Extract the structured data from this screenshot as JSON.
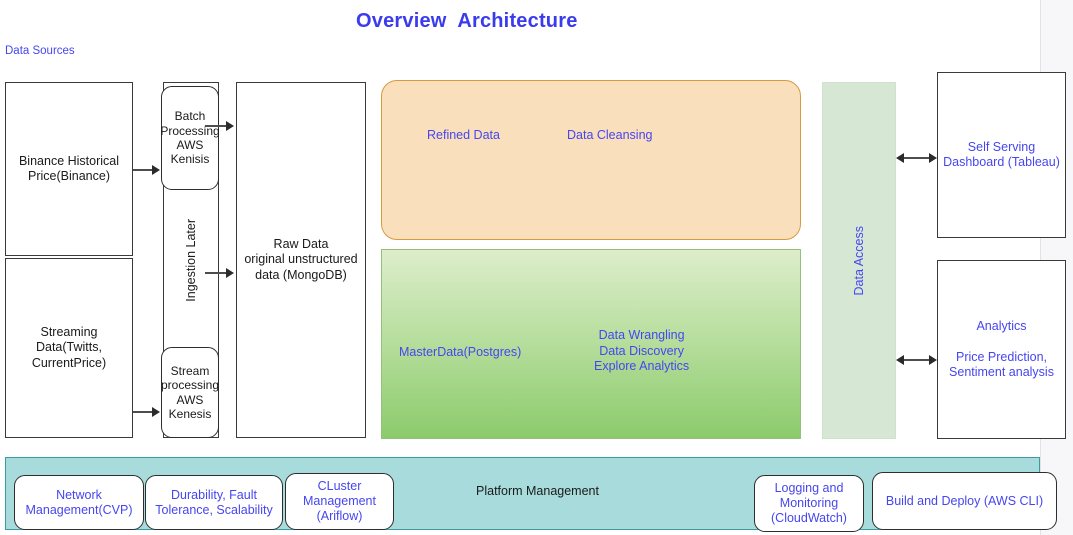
{
  "page": {
    "title": "Overview  Architecture",
    "title_color": "#3B3BEE",
    "accent_blue": "#4646F0",
    "orange_fill": "#F9DFBB",
    "orange_border": "#D79B3F",
    "green_top": "#DDEDCB",
    "green_bottom": "#8CCB6C",
    "access_fill": "#D6E8D4",
    "teal_fill": "#A8DCDC"
  },
  "sections": {
    "data_sources_label": "Data Sources"
  },
  "sources": [
    {
      "label": "Binance Historical\nPrice(Binance)"
    },
    {
      "label": "Streaming\nData(Twitts,\nCurrentPrice)"
    }
  ],
  "ingestion": {
    "column_label": "Ingestion Later",
    "boxes": [
      {
        "label": "Batch\nProcessing\nAWS\nKenisis"
      },
      {
        "label": "Stream\nprocessing\nAWS\nKenesis"
      }
    ]
  },
  "raw_data": {
    "label": "Raw Data\noriginal unstructured\ndata (MongoDB)"
  },
  "refined_zone": {
    "items": [
      {
        "label": "Refined Data"
      },
      {
        "label": "Data Cleansing"
      }
    ]
  },
  "master_zone": {
    "items": [
      {
        "label": "MasterData(Postgres)"
      },
      {
        "label": "Data Wrangling\nData Discovery\nExplore Analytics"
      }
    ]
  },
  "data_access": {
    "label": "Data Access"
  },
  "consumers": [
    {
      "label": "Self Serving\nDashboard (Tableau)"
    },
    {
      "label": "Analytics\n\nPrice Prediction,\nSentiment analysis"
    }
  ],
  "platform": {
    "label": "Platform Management",
    "boxes": [
      {
        "label": "Network\nManagement(CVP)"
      },
      {
        "label": "Durability, Fault\nTolerance, Scalability"
      },
      {
        "label": "CLuster\nManagement\n(Ariflow)"
      },
      {
        "label": "Logging and\nMonitoring\n(CloudWatch)"
      },
      {
        "label": "Build and Deploy (AWS CLI)"
      }
    ]
  }
}
